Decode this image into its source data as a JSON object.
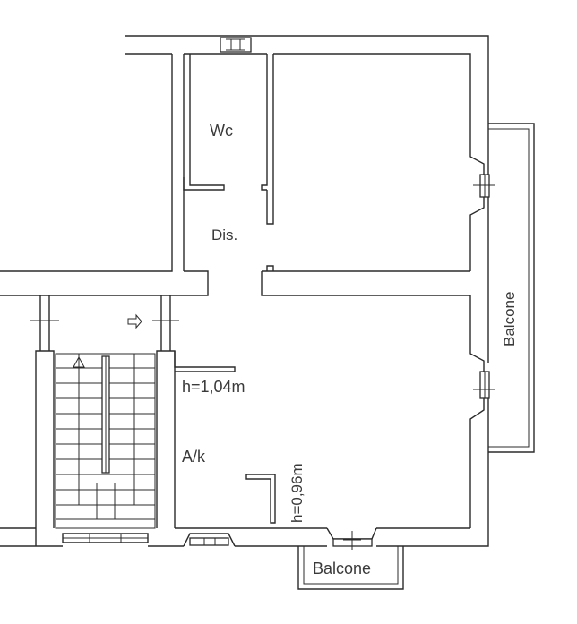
{
  "plan": {
    "rooms": {
      "wc": "Wc",
      "dis": "Dis.",
      "ak": "A/k",
      "balcone_right": "Balcone",
      "balcone_bottom": "Balcone"
    },
    "heights": {
      "h1": "h=1,04m",
      "h2": "h=0,96m"
    }
  }
}
